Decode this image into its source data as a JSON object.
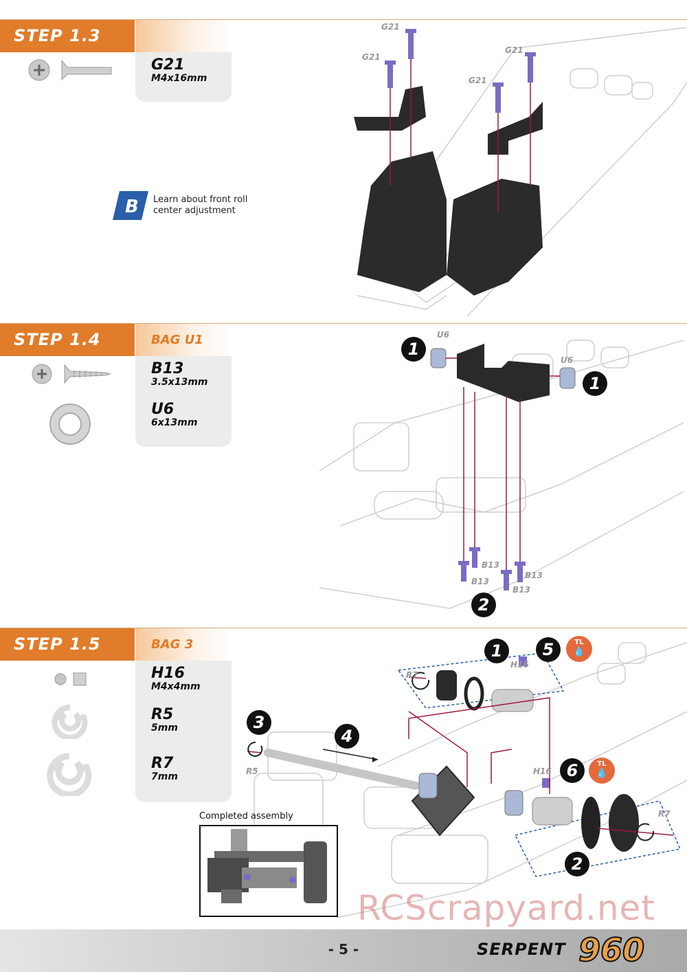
{
  "steps": [
    {
      "title": "STEP 1.3",
      "bag": "",
      "parts": [
        {
          "code": "G21",
          "size": "M4x16mm"
        }
      ],
      "note": {
        "line1": "Learn about front roll",
        "line2": "center adjustment"
      },
      "labels": {
        "g21": "G21"
      }
    },
    {
      "title": "STEP 1.4",
      "bag": "BAG U1",
      "parts": [
        {
          "code": "B13",
          "size": "3.5x13mm"
        },
        {
          "code": "U6",
          "size": "6x13mm"
        }
      ],
      "labels": {
        "u6": "U6",
        "b13": "B13"
      },
      "numbers": {
        "n1": "1",
        "n2": "2"
      }
    },
    {
      "title": "STEP 1.5",
      "bag": "BAG 3",
      "parts": [
        {
          "code": "H16",
          "size": "M4x4mm"
        },
        {
          "code": "R5",
          "size": "5mm"
        },
        {
          "code": "R7",
          "size": "7mm"
        }
      ],
      "labels": {
        "r7": "R7",
        "r5": "R5",
        "h16": "H16",
        "tl": "TL"
      },
      "numbers": {
        "n1": "1",
        "n2": "2",
        "n3": "3",
        "n4": "4",
        "n5": "5",
        "n6": "6"
      },
      "inset_caption": "Completed assembly"
    }
  ],
  "watermark": "RCScrapyard.net",
  "footer": {
    "page": "- 5 -",
    "brand": "SERPENT",
    "model": "960"
  },
  "colors": {
    "accent": "#e07c2a",
    "screw": "#7a6cc4",
    "line": "#a01838"
  }
}
